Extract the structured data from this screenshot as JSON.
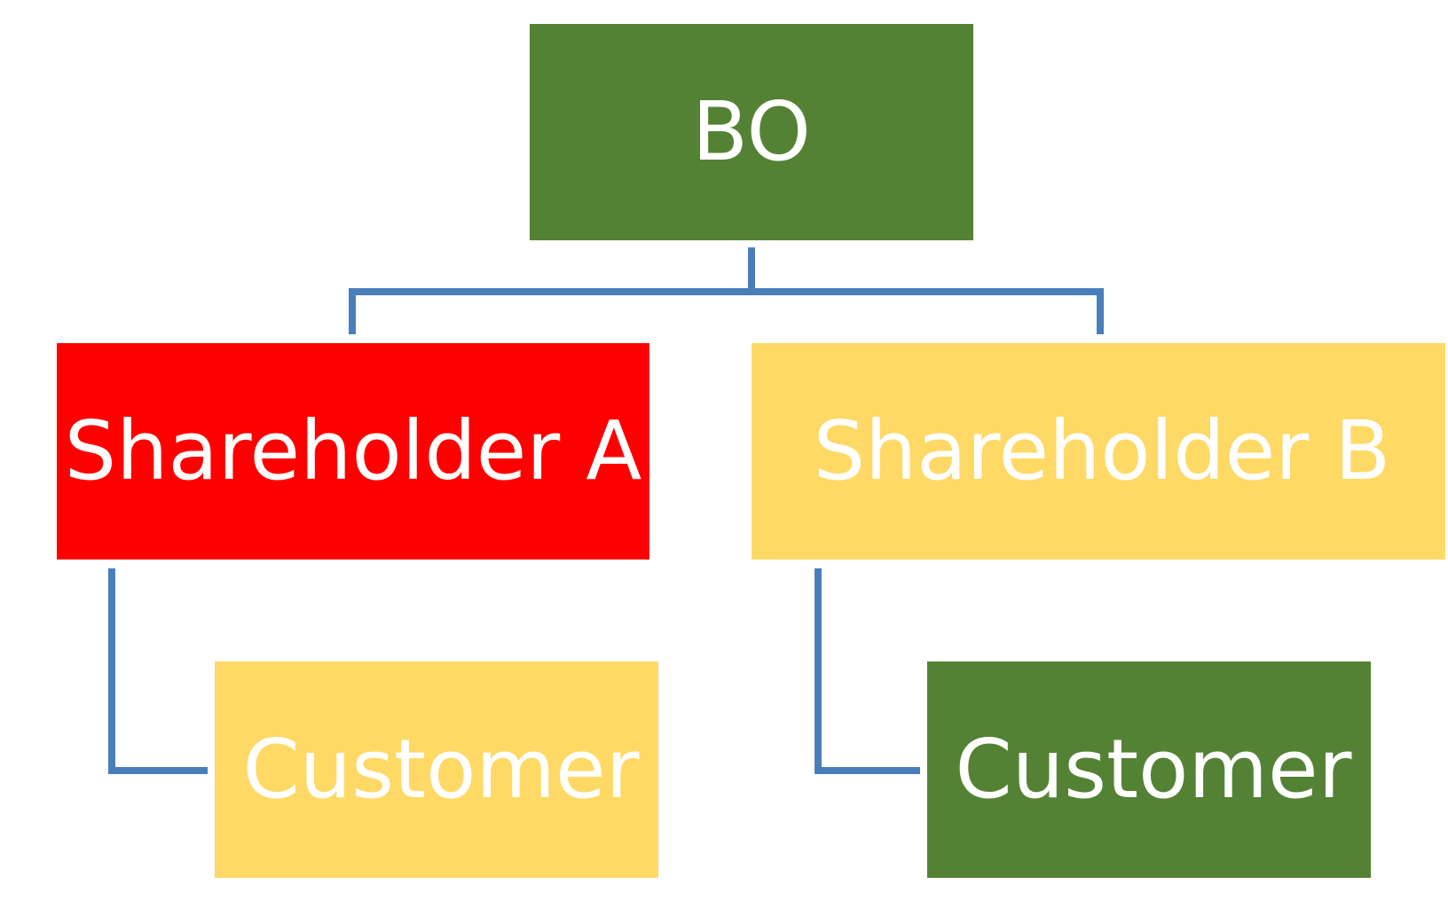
{
  "nodes": {
    "bo": {
      "label": "BO",
      "color": "#548235"
    },
    "shareholder_a": {
      "label": "Shareholder A",
      "color": "#ff0000"
    },
    "shareholder_b": {
      "label": "Shareholder B",
      "color": "#ffd966"
    },
    "customer_a": {
      "label": "Customer",
      "color": "#ffd966"
    },
    "customer_b": {
      "label": "Customer",
      "color": "#548235"
    }
  },
  "connector_color": "#4a7ebb"
}
